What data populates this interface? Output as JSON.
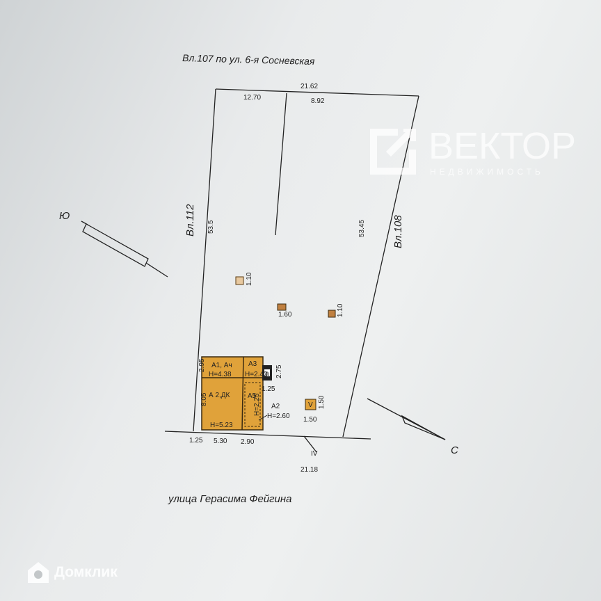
{
  "plan": {
    "title_top": "Вл.107 по ул. 6-я Сосневская",
    "left_neighbor": "Вл.112",
    "right_neighbor": "Вл.108",
    "street": "улица Герасима Фейгина",
    "north_label": "С",
    "south_label": "Ю",
    "dims": {
      "top_total": "21.62",
      "top_left": "12.70",
      "top_right": "8.92",
      "left_side": "53.5",
      "right_side": "53.45",
      "bottom_total": "21.18",
      "b1": "1.25",
      "b2": "5.30",
      "b3": "2.90",
      "h1": "2.95",
      "h2": "8.05",
      "h3": "2.75",
      "w3": "1.25",
      "v_w": "1.50",
      "v_h": "1.50",
      "s1": "1.10",
      "s2": "1.60",
      "s3": "1.10",
      "mark_iv": "IV"
    },
    "building": {
      "a1": "А1, Ач",
      "a1h": "Н=4.38",
      "a3": "А3",
      "a3h": "Н=2.43",
      "a": "А 2,ДК",
      "ah": "Н=5.23",
      "a5": "А5",
      "a5h": "Н=2.25",
      "a2": "А2",
      "a2h": "Н=2.60",
      "porch": "а",
      "v": "V"
    }
  },
  "watermark": {
    "brand": "ВЕКТОР",
    "sub": "НЕДВИЖИМОСТЬ"
  },
  "footer": {
    "logo": "Домклик"
  }
}
